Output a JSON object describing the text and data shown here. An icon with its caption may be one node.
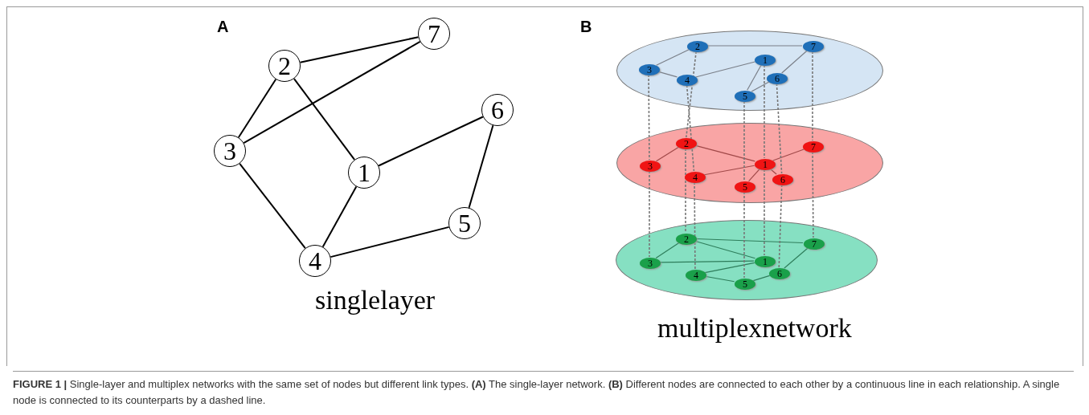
{
  "diagram": {
    "caption": "**FIGURE 1 |** Single-layer and multiplex networks with the same set of nodes but different link types. **(A)** The single-layer network. **(B)** Different nodes are connected to each other by a continuous line in each relationship. A single node is connected to its counterparts by a dashed line.",
    "nodes": [
      {
        "text": [
          "7"
        ]
      },
      {
        "text": [
          "2"
        ]
      },
      {
        "text": [
          "6"
        ]
      },
      {
        "text": [
          "3"
        ]
      },
      {
        "text": [
          "1"
        ]
      },
      {
        "text": [
          "5"
        ]
      },
      {
        "text": [
          "4"
        ]
      },
      {
        "text": [],
        "shape": "ellipse"
      },
      {
        "text": [
          "2"
        ],
        "in": 7
      },
      {
        "text": [
          "7"
        ],
        "in": 7
      },
      {
        "text": [
          "1"
        ],
        "in": 7
      },
      {
        "text": [
          "3"
        ],
        "in": 7
      },
      {
        "text": [
          "4"
        ],
        "in": 7
      },
      {
        "text": [
          "6"
        ],
        "in": 7
      },
      {
        "text": [
          "5"
        ],
        "in": 7
      },
      {
        "text": [],
        "shape": "ellipse"
      },
      {
        "text": [
          "2"
        ],
        "in": 15
      },
      {
        "text": [
          "7"
        ],
        "in": 15
      },
      {
        "text": [
          "1"
        ],
        "in": 15
      },
      {
        "text": [
          "3"
        ],
        "in": 15
      },
      {
        "text": [
          "4"
        ],
        "in": 15
      },
      {
        "text": [
          "6"
        ],
        "in": 15
      },
      {
        "text": [
          "5"
        ],
        "in": 15
      },
      {
        "text": [],
        "shape": "ellipse"
      },
      {
        "text": [
          "2"
        ],
        "in": 23
      },
      {
        "text": [
          "7"
        ],
        "in": 23
      },
      {
        "text": [
          "1"
        ],
        "in": 23
      },
      {
        "text": [
          "3"
        ],
        "in": 23
      },
      {
        "text": [
          "4"
        ],
        "in": 23
      },
      {
        "text": [
          "6"
        ],
        "in": 23
      },
      {
        "text": [
          "5"
        ],
        "in": 23
      }
    ],
    "edges": [
      {
        "from": 1,
        "to": 0,
        "arrow": "none",
        "color": "#000000"
      },
      {
        "from": 3,
        "to": 0,
        "arrow": "none",
        "color": "#000000"
      },
      {
        "from": 1,
        "to": 3,
        "arrow": "none",
        "color": "#000000"
      },
      {
        "from": 1,
        "to": 4,
        "arrow": "none",
        "color": "#000000"
      },
      {
        "from": 3,
        "to": 6,
        "arrow": "none",
        "color": "#000000"
      },
      {
        "from": 4,
        "to": 6,
        "arrow": "none",
        "color": "#000000"
      },
      {
        "from": 4,
        "to": 2,
        "arrow": "none",
        "color": "#000000"
      },
      {
        "from": 2,
        "to": 5,
        "arrow": "none",
        "color": "#000000"
      },
      {
        "from": 5,
        "to": 6,
        "arrow": "none",
        "color": "#000000"
      },
      {
        "from": 8,
        "to": 9,
        "arrow": "none",
        "color": "#7a7f88"
      },
      {
        "from": 8,
        "to": 11,
        "arrow": "none",
        "color": "#7a7f88"
      },
      {
        "from": 11,
        "to": 12,
        "arrow": "none",
        "color": "#7a7f88"
      },
      {
        "from": 12,
        "to": 10,
        "arrow": "none",
        "color": "#7a7f88"
      },
      {
        "from": 10,
        "to": 14,
        "arrow": "none",
        "color": "#7a7f88"
      },
      {
        "from": 14,
        "to": 13,
        "arrow": "none",
        "color": "#7a7f88"
      },
      {
        "from": 13,
        "to": 9,
        "arrow": "none",
        "color": "#7a7f88"
      },
      {
        "from": 16,
        "to": 19,
        "arrow": "none",
        "color": "#a04848"
      },
      {
        "from": 16,
        "to": 18,
        "arrow": "none",
        "color": "#a04848"
      },
      {
        "from": 18,
        "to": 17,
        "arrow": "none",
        "color": "#a04848"
      },
      {
        "from": 18,
        "to": 20,
        "arrow": "none",
        "color": "#a04848"
      },
      {
        "from": 18,
        "to": 22,
        "arrow": "none",
        "color": "#a04848"
      },
      {
        "from": 18,
        "to": 21,
        "arrow": "none",
        "color": "#a04848"
      },
      {
        "from": 24,
        "to": 25,
        "arrow": "none",
        "color": "#2e7d5b"
      },
      {
        "from": 24,
        "to": 26,
        "arrow": "none",
        "color": "#2e7d5b"
      },
      {
        "from": 24,
        "to": 27,
        "arrow": "none",
        "color": "#2e7d5b"
      },
      {
        "from": 27,
        "to": 26,
        "arrow": "none",
        "color": "#2e7d5b"
      },
      {
        "from": 28,
        "to": 26,
        "arrow": "none",
        "color": "#2e7d5b"
      },
      {
        "from": 28,
        "to": 30,
        "arrow": "none",
        "color": "#2e7d5b"
      },
      {
        "from": 30,
        "to": 29,
        "arrow": "none",
        "color": "#2e7d5b"
      },
      {
        "from": 29,
        "to": 25,
        "arrow": "none",
        "color": "#2e7d5b"
      },
      {
        "from": 8,
        "to": 16,
        "arrow": "none",
        "style": "dashed"
      },
      {
        "from": 9,
        "to": 17,
        "arrow": "none",
        "style": "dashed"
      },
      {
        "from": 10,
        "to": 18,
        "arrow": "none",
        "style": "dashed"
      },
      {
        "from": 11,
        "to": 19,
        "arrow": "none",
        "style": "dashed"
      },
      {
        "from": 12,
        "to": 20,
        "arrow": "none",
        "style": "dashed"
      },
      {
        "from": 13,
        "to": 21,
        "arrow": "none",
        "style": "dashed"
      },
      {
        "from": 14,
        "to": 22,
        "arrow": "none",
        "style": "dashed"
      },
      {
        "from": 16,
        "to": 24,
        "arrow": "none",
        "style": "dashed"
      },
      {
        "from": 17,
        "to": 25,
        "arrow": "none",
        "style": "dashed"
      },
      {
        "from": 18,
        "to": 26,
        "arrow": "none",
        "style": "dashed"
      },
      {
        "from": 19,
        "to": 27,
        "arrow": "none",
        "style": "dashed"
      },
      {
        "from": 20,
        "to": 28,
        "arrow": "none",
        "style": "dashed"
      },
      {
        "from": 21,
        "to": 29,
        "arrow": "none",
        "style": "dashed"
      },
      {
        "from": 22,
        "to": 30,
        "arrow": "none",
        "style": "dashed"
      }
    ],
    "labels": [
      "A",
      "B",
      "singlelayer",
      "multiplexnetwork"
    ]
  }
}
